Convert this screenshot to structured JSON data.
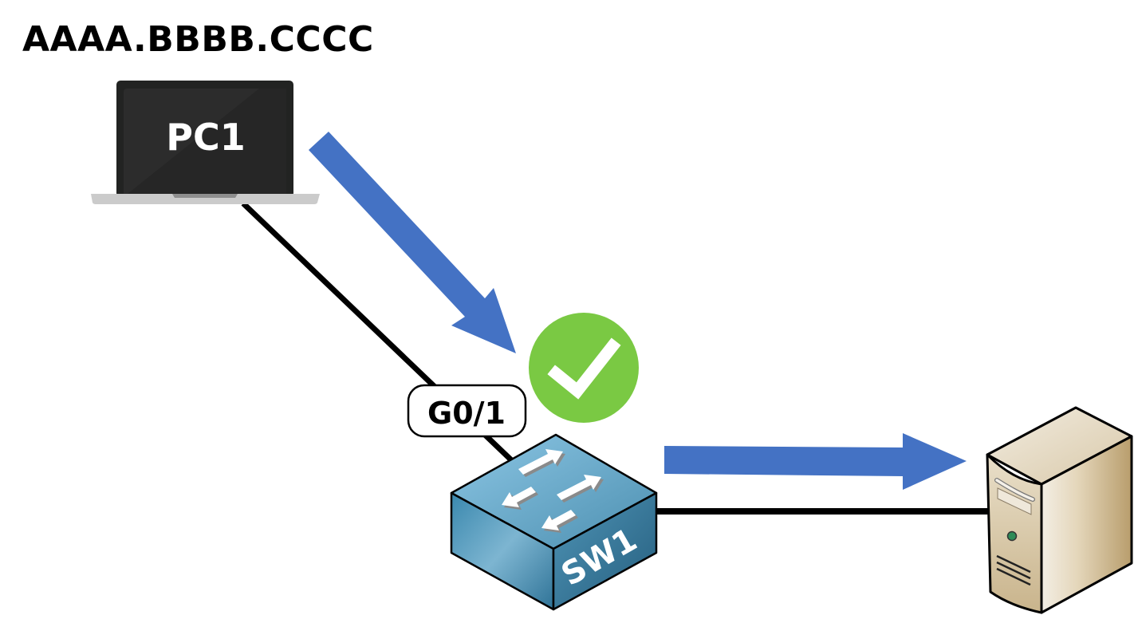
{
  "diagram": {
    "mac_address": "AAAA.BBBB.CCCC",
    "nodes": {
      "pc": {
        "label": "PC1",
        "type": "laptop"
      },
      "switch": {
        "label": "SW1",
        "type": "switch"
      },
      "server": {
        "label": "",
        "type": "server"
      }
    },
    "interface_label": "G0/1",
    "status": {
      "icon": "checkmark",
      "meaning": "allowed"
    },
    "colors": {
      "arrow": "#4472C4",
      "check": "#7AC943",
      "switch_top": "#7FBBDD",
      "switch_side": "#3E86A8",
      "laptop_screen": "#2B2B2B",
      "laptop_base": "#CCCCCC",
      "server_body": "#E6DCC6"
    },
    "links": [
      {
        "from": "PC1",
        "to": "SW1",
        "interface": "G0/1"
      },
      {
        "from": "SW1",
        "to": "server"
      }
    ],
    "flow_arrows": [
      {
        "from": "PC1",
        "to": "SW1"
      },
      {
        "from": "SW1",
        "to": "server"
      }
    ]
  }
}
